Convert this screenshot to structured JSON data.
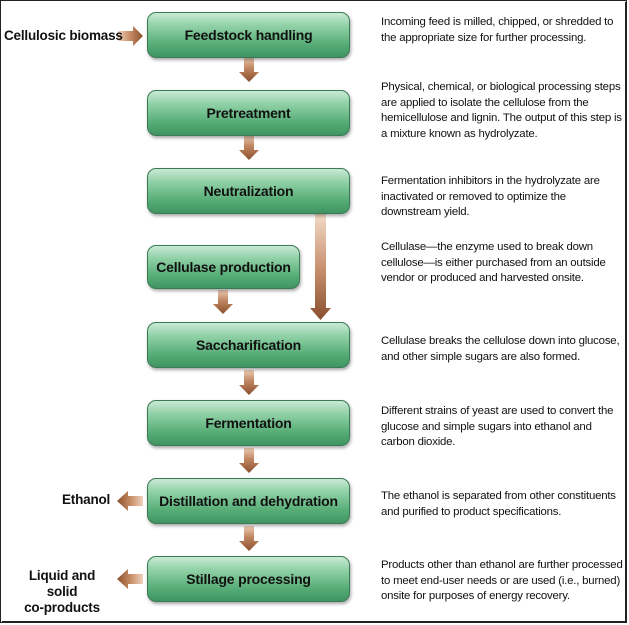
{
  "input_label": "Cellulosic biomass",
  "steps": [
    {
      "id": "feedstock",
      "label": "Feedstock handling",
      "desc": "Incoming feed is milled, chipped, or shredded to the appropriate size for further processing."
    },
    {
      "id": "pretreatment",
      "label": "Pretreatment",
      "desc": "Physical, chemical, or biological processing steps are applied to isolate the cellulose from the hemicellulose and lignin. The output of this step is a mixture known as hydrolyzate."
    },
    {
      "id": "neutralization",
      "label": "Neutralization",
      "desc": "Fermentation inhibitors in the hydrolyzate are inactivated or removed to optimize the downstream yield."
    },
    {
      "id": "cellulase",
      "label": "Cellulase production",
      "desc": "Cellulase—the enzyme used to break down cellulose—is either purchased from an outside vendor or produced and harvested onsite."
    },
    {
      "id": "saccharification",
      "label": "Saccharification",
      "desc": "Cellulase breaks the cellulose down into glucose, and other simple sugars are also formed."
    },
    {
      "id": "fermentation",
      "label": "Fermentation",
      "desc": "Different strains of yeast are used to convert the glucose and simple sugars into ethanol and carbon dioxide."
    },
    {
      "id": "distillation",
      "label": "Distillation and dehydration",
      "desc": "The ethanol is separated from other constituents and purified to product specifications."
    },
    {
      "id": "stillage",
      "label": "Stillage processing",
      "desc": "Products other than ethanol are further processed to meet end-user needs or are used (i.e., burned) onsite for purposes of energy recovery."
    }
  ],
  "outputs": {
    "ethanol": "Ethanol",
    "coproducts_line1": "Liquid and solid",
    "coproducts_line2": "co-products"
  },
  "colors": {
    "box_fill": "#58ae77",
    "box_border": "#3b7a54",
    "arrow_fill": "#9a5e38"
  }
}
